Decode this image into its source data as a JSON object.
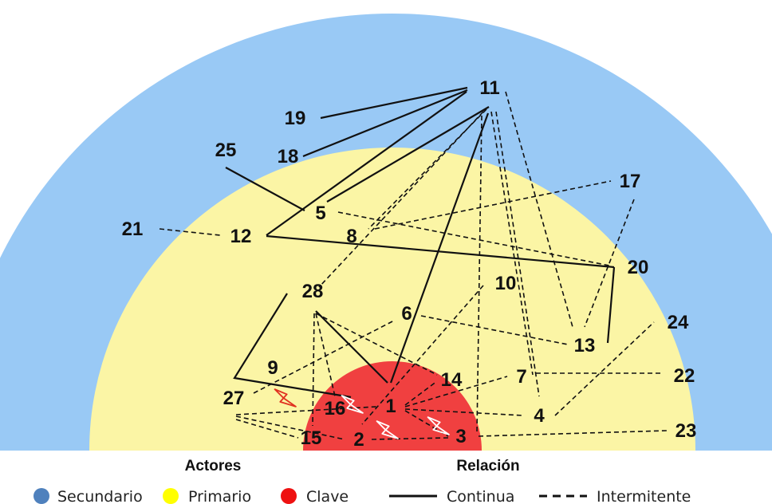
{
  "colors": {
    "secundario": "#99c9f5",
    "primario": "#fbf5a5",
    "clave": "#f04040",
    "line": "#111111",
    "lightning_white": "#ffffff",
    "lightning_red": "#e03020",
    "legend_secundario": "#4f81bd",
    "legend_primario": "#ffff00",
    "legend_clave": "#ee1111"
  },
  "actors": [
    {
      "id": "1",
      "ring": "clave"
    },
    {
      "id": "2",
      "ring": "clave"
    },
    {
      "id": "3",
      "ring": "clave"
    },
    {
      "id": "4",
      "ring": "primario"
    },
    {
      "id": "5",
      "ring": "primario"
    },
    {
      "id": "6",
      "ring": "primario"
    },
    {
      "id": "7",
      "ring": "primario"
    },
    {
      "id": "8",
      "ring": "primario"
    },
    {
      "id": "9",
      "ring": "primario"
    },
    {
      "id": "10",
      "ring": "primario"
    },
    {
      "id": "11",
      "ring": "secundario"
    },
    {
      "id": "12",
      "ring": "primario"
    },
    {
      "id": "13",
      "ring": "primario"
    },
    {
      "id": "14",
      "ring": "primario"
    },
    {
      "id": "15",
      "ring": "primario"
    },
    {
      "id": "16",
      "ring": "clave"
    },
    {
      "id": "17",
      "ring": "secundario"
    },
    {
      "id": "18",
      "ring": "secundario"
    },
    {
      "id": "19",
      "ring": "secundario"
    },
    {
      "id": "20",
      "ring": "secundario"
    },
    {
      "id": "21",
      "ring": "secundario"
    },
    {
      "id": "22",
      "ring": "secundario"
    },
    {
      "id": "23",
      "ring": "secundario"
    },
    {
      "id": "24",
      "ring": "secundario"
    },
    {
      "id": "25",
      "ring": "secundario"
    },
    {
      "id": "27",
      "ring": "primario"
    },
    {
      "id": "28",
      "ring": "primario"
    }
  ],
  "relations": [
    {
      "from": "11",
      "to": "19",
      "type": "continua"
    },
    {
      "from": "11",
      "to": "18",
      "type": "continua"
    },
    {
      "from": "11",
      "to": "12",
      "type": "continua"
    },
    {
      "from": "11",
      "to": "5",
      "type": "continua"
    },
    {
      "from": "11",
      "to": "1",
      "type": "continua"
    },
    {
      "from": "11",
      "to": "8",
      "type": "intermitente"
    },
    {
      "from": "11",
      "to": "28",
      "type": "intermitente"
    },
    {
      "from": "11",
      "to": "4",
      "type": "intermitente"
    },
    {
      "from": "11",
      "to": "3",
      "type": "intermitente"
    },
    {
      "from": "11",
      "to": "7",
      "type": "intermitente"
    },
    {
      "from": "11",
      "to": "13",
      "type": "intermitente"
    },
    {
      "from": "25",
      "to": "5",
      "type": "continua"
    },
    {
      "from": "21",
      "to": "12",
      "type": "intermitente"
    },
    {
      "from": "12",
      "to": "20",
      "type": "continua"
    },
    {
      "from": "5",
      "to": "20",
      "type": "intermitente"
    },
    {
      "from": "8",
      "to": "17",
      "type": "intermitente"
    },
    {
      "from": "17",
      "to": "13",
      "type": "intermitente"
    },
    {
      "from": "20",
      "to": "13",
      "type": "continua"
    },
    {
      "from": "28",
      "to": "1",
      "type": "continua"
    },
    {
      "from": "28",
      "to": "14",
      "type": "intermitente"
    },
    {
      "from": "28",
      "to": "15",
      "type": "intermitente"
    },
    {
      "from": "28",
      "to": "16",
      "type": "intermitente"
    },
    {
      "from": "27",
      "to": "16",
      "type": "continua"
    },
    {
      "from": "27",
      "to": "6",
      "type": "intermitente"
    },
    {
      "from": "27",
      "to": "15",
      "type": "intermitente"
    },
    {
      "from": "27",
      "to": "2",
      "type": "intermitente"
    },
    {
      "from": "27",
      "to": "1",
      "type": "intermitente"
    },
    {
      "from": "6",
      "to": "13",
      "type": "intermitente"
    },
    {
      "from": "10",
      "to": "2",
      "type": "intermitente"
    },
    {
      "from": "1",
      "to": "7",
      "type": "intermitente"
    },
    {
      "from": "1",
      "to": "4",
      "type": "intermitente"
    },
    {
      "from": "1",
      "to": "3",
      "type": "intermitente"
    },
    {
      "from": "1",
      "to": "14",
      "type": "intermitente"
    },
    {
      "from": "7",
      "to": "22",
      "type": "intermitente"
    },
    {
      "from": "4",
      "to": "24",
      "type": "intermitente"
    },
    {
      "from": "3",
      "to": "23",
      "type": "intermitente"
    },
    {
      "from": "2",
      "to": "3",
      "type": "intermitente"
    }
  ],
  "conflicts": [
    {
      "between": [
        "1",
        "16"
      ],
      "color": "white"
    },
    {
      "between": [
        "1",
        "2"
      ],
      "color": "white"
    },
    {
      "between": [
        "1",
        "3"
      ],
      "color": "white"
    },
    {
      "between": [
        "27",
        "16"
      ],
      "color": "red"
    }
  ],
  "legend": {
    "actors_title": "Actores",
    "relation_title": "Relación",
    "secundario": "Secundario",
    "primario": "Primario",
    "clave": "Clave",
    "continua": "Continua",
    "intermitente": "Intermitente"
  }
}
